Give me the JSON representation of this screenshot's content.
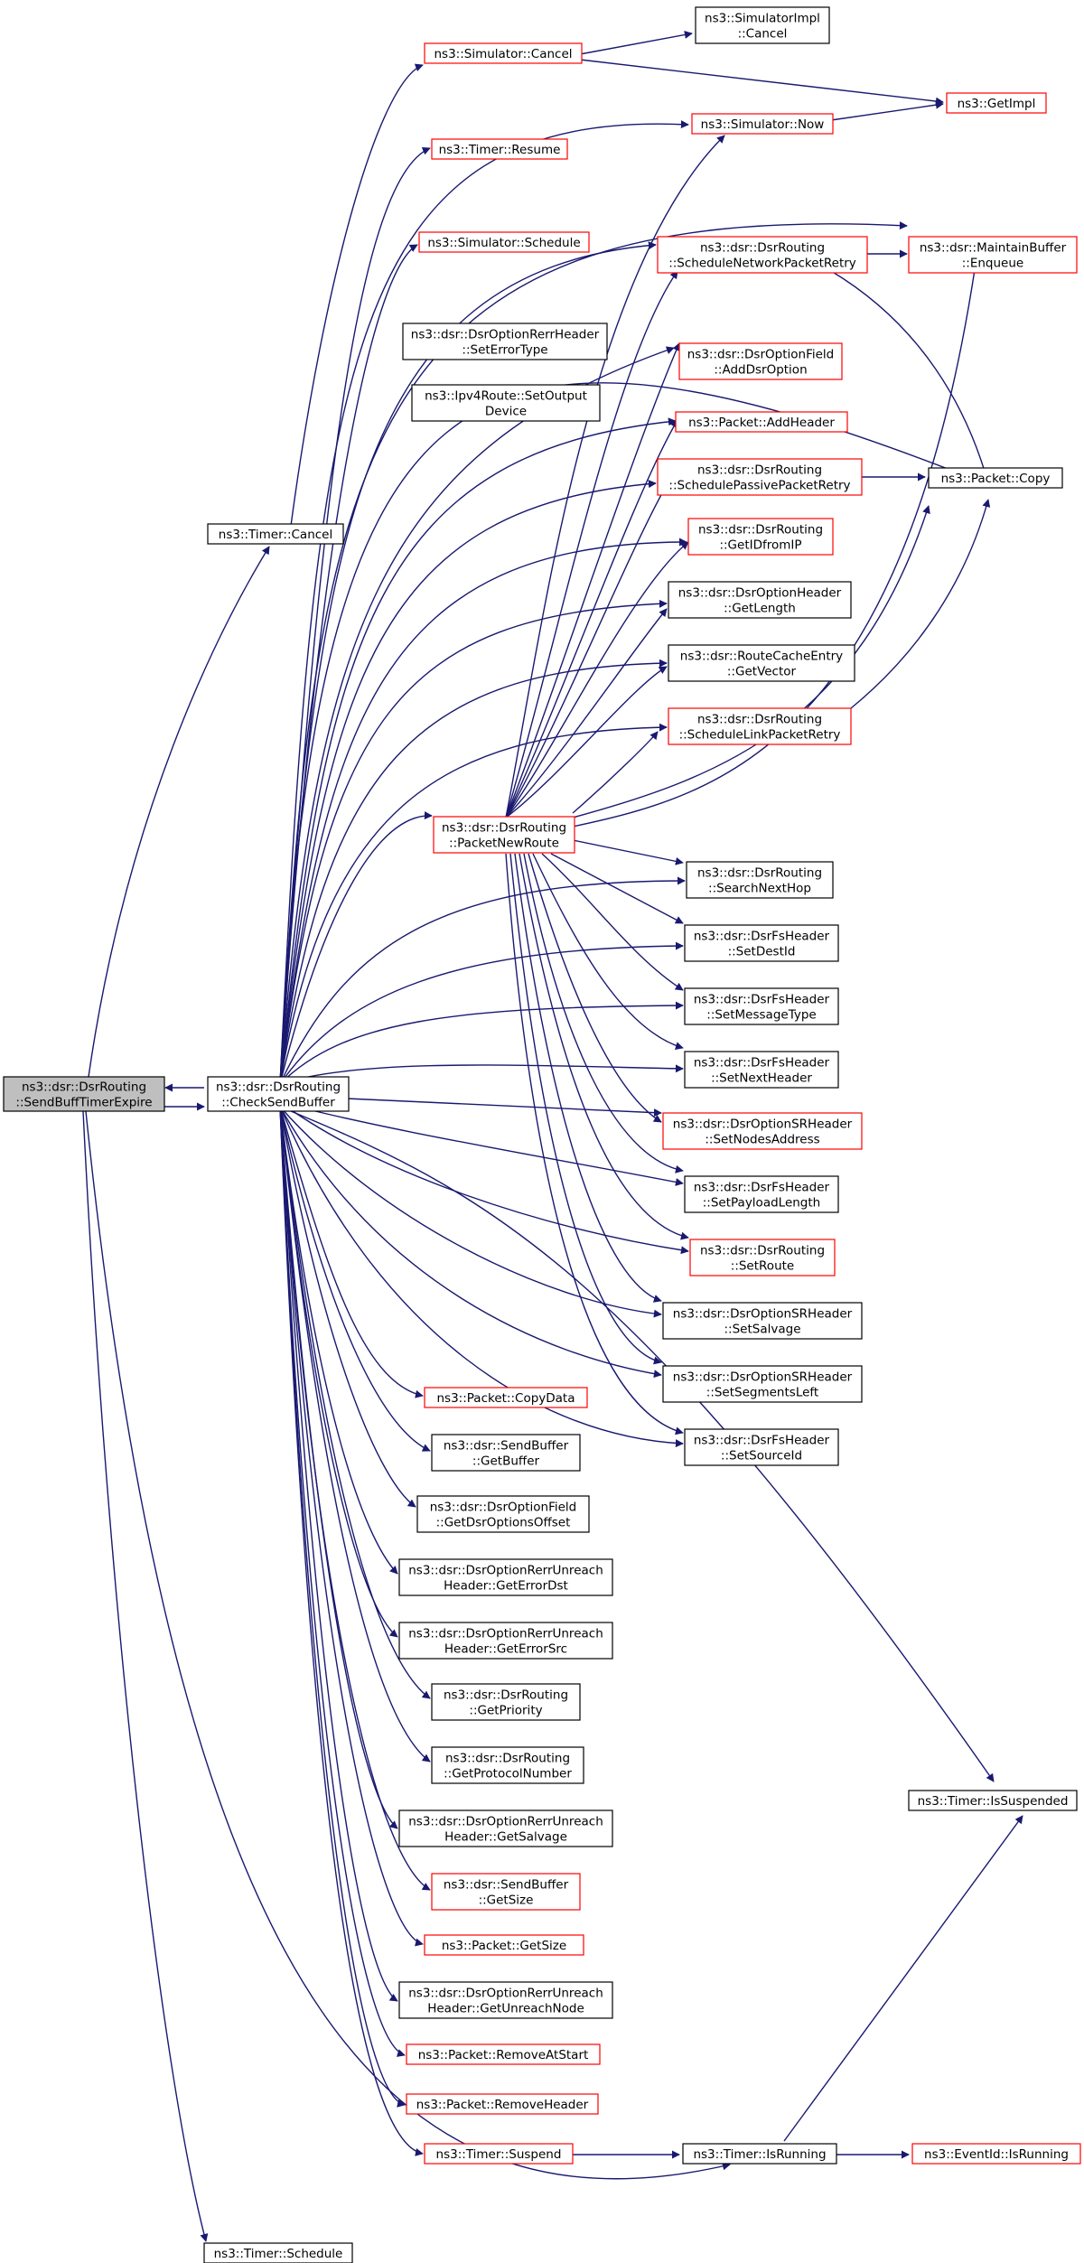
{
  "colors": {
    "edge": "#191970",
    "border_black": "#000000",
    "border_red": "#ff0000",
    "root_fill": "#bfbfbf",
    "node_fill": "#ffffff"
  },
  "nodes": [
    {
      "id": "send_buff_timer_expire",
      "lines": [
        "ns3::dsr::DsrRouting",
        "::SendBuffTimerExpire"
      ],
      "border": "gray",
      "interactable": false
    },
    {
      "id": "check_send_buffer",
      "lines": [
        "ns3::dsr::DsrRouting",
        "::CheckSendBuffer"
      ],
      "border": "black"
    },
    {
      "id": "timer_cancel",
      "lines": [
        "ns3::Timer::Cancel"
      ],
      "border": "black"
    },
    {
      "id": "timer_schedule",
      "lines": [
        "ns3::Timer::Schedule"
      ],
      "border": "black"
    },
    {
      "id": "simulator_cancel",
      "lines": [
        "ns3::Simulator::Cancel"
      ],
      "border": "red"
    },
    {
      "id": "simulatorimpl_cancel",
      "lines": [
        "ns3::SimulatorImpl",
        "::Cancel"
      ],
      "border": "black"
    },
    {
      "id": "get_impl",
      "lines": [
        "ns3::GetImpl"
      ],
      "border": "red"
    },
    {
      "id": "simulator_now",
      "lines": [
        "ns3::Simulator::Now"
      ],
      "border": "red"
    },
    {
      "id": "timer_resume",
      "lines": [
        "ns3::Timer::Resume"
      ],
      "border": "red"
    },
    {
      "id": "simulator_schedule",
      "lines": [
        "ns3::Simulator::Schedule"
      ],
      "border": "red"
    },
    {
      "id": "schedule_network_packet_retry",
      "lines": [
        "ns3::dsr::DsrRouting",
        "::ScheduleNetworkPacketRetry"
      ],
      "border": "red"
    },
    {
      "id": "maintain_buffer_enqueue",
      "lines": [
        "ns3::dsr::MaintainBuffer",
        "::Enqueue"
      ],
      "border": "red"
    },
    {
      "id": "rerr_set_error_type",
      "lines": [
        "ns3::dsr::DsrOptionRerrHeader",
        "::SetErrorType"
      ],
      "border": "black"
    },
    {
      "id": "ipv4route_set_output_device",
      "lines": [
        "ns3::Ipv4Route::SetOutput",
        "Device"
      ],
      "border": "black"
    },
    {
      "id": "add_dsr_option",
      "lines": [
        "ns3::dsr::DsrOptionField",
        "::AddDsrOption"
      ],
      "border": "red"
    },
    {
      "id": "packet_add_header",
      "lines": [
        "ns3::Packet::AddHeader"
      ],
      "border": "red"
    },
    {
      "id": "schedule_passive_packet_retry",
      "lines": [
        "ns3::dsr::DsrRouting",
        "::SchedulePassivePacketRetry"
      ],
      "border": "red"
    },
    {
      "id": "packet_copy",
      "lines": [
        "ns3::Packet::Copy"
      ],
      "border": "black"
    },
    {
      "id": "get_id_from_ip",
      "lines": [
        "ns3::dsr::DsrRouting",
        "::GetIDfromIP"
      ],
      "border": "red"
    },
    {
      "id": "option_header_get_length",
      "lines": [
        "ns3::dsr::DsrOptionHeader",
        "::GetLength"
      ],
      "border": "black"
    },
    {
      "id": "route_cache_entry_get_vector",
      "lines": [
        "ns3::dsr::RouteCacheEntry",
        "::GetVector"
      ],
      "border": "black"
    },
    {
      "id": "schedule_link_packet_retry",
      "lines": [
        "ns3::dsr::DsrRouting",
        "::ScheduleLinkPacketRetry"
      ],
      "border": "red"
    },
    {
      "id": "packet_new_route",
      "lines": [
        "ns3::dsr::DsrRouting",
        "::PacketNewRoute"
      ],
      "border": "red"
    },
    {
      "id": "search_next_hop",
      "lines": [
        "ns3::dsr::DsrRouting",
        "::SearchNextHop"
      ],
      "border": "black"
    },
    {
      "id": "fs_set_dest_id",
      "lines": [
        "ns3::dsr::DsrFsHeader",
        "::SetDestId"
      ],
      "border": "black"
    },
    {
      "id": "fs_set_message_type",
      "lines": [
        "ns3::dsr::DsrFsHeader",
        "::SetMessageType"
      ],
      "border": "black"
    },
    {
      "id": "fs_set_next_header",
      "lines": [
        "ns3::dsr::DsrFsHeader",
        "::SetNextHeader"
      ],
      "border": "black"
    },
    {
      "id": "sr_set_nodes_address",
      "lines": [
        "ns3::dsr::DsrOptionSRHeader",
        "::SetNodesAddress"
      ],
      "border": "red"
    },
    {
      "id": "fs_set_payload_length",
      "lines": [
        "ns3::dsr::DsrFsHeader",
        "::SetPayloadLength"
      ],
      "border": "black"
    },
    {
      "id": "routing_set_route",
      "lines": [
        "ns3::dsr::DsrRouting",
        "::SetRoute"
      ],
      "border": "red"
    },
    {
      "id": "sr_set_salvage",
      "lines": [
        "ns3::dsr::DsrOptionSRHeader",
        "::SetSalvage"
      ],
      "border": "black"
    },
    {
      "id": "sr_set_segments_left",
      "lines": [
        "ns3::dsr::DsrOptionSRHeader",
        "::SetSegmentsLeft"
      ],
      "border": "black"
    },
    {
      "id": "fs_set_source_id",
      "lines": [
        "ns3::dsr::DsrFsHeader",
        "::SetSourceId"
      ],
      "border": "black"
    },
    {
      "id": "packet_copy_data",
      "lines": [
        "ns3::Packet::CopyData"
      ],
      "border": "red"
    },
    {
      "id": "send_buffer_get_buffer",
      "lines": [
        "ns3::dsr::SendBuffer",
        "::GetBuffer"
      ],
      "border": "black"
    },
    {
      "id": "get_dsr_options_offset",
      "lines": [
        "ns3::dsr::DsrOptionField",
        "::GetDsrOptionsOffset"
      ],
      "border": "black"
    },
    {
      "id": "rerr_unreach_get_error_dst",
      "lines": [
        "ns3::dsr::DsrOptionRerrUnreach",
        "Header::GetErrorDst"
      ],
      "border": "black"
    },
    {
      "id": "rerr_unreach_get_error_src",
      "lines": [
        "ns3::dsr::DsrOptionRerrUnreach",
        "Header::GetErrorSrc"
      ],
      "border": "black"
    },
    {
      "id": "routing_get_priority",
      "lines": [
        "ns3::dsr::DsrRouting",
        "::GetPriority"
      ],
      "border": "black"
    },
    {
      "id": "routing_get_protocol_number",
      "lines": [
        "ns3::dsr::DsrRouting",
        "::GetProtocolNumber"
      ],
      "border": "black"
    },
    {
      "id": "timer_is_suspended",
      "lines": [
        "ns3::Timer::IsSuspended"
      ],
      "border": "black"
    },
    {
      "id": "rerr_unreach_get_salvage",
      "lines": [
        "ns3::dsr::DsrOptionRerrUnreach",
        "Header::GetSalvage"
      ],
      "border": "black"
    },
    {
      "id": "send_buffer_get_size",
      "lines": [
        "ns3::dsr::SendBuffer",
        "::GetSize"
      ],
      "border": "red"
    },
    {
      "id": "packet_get_size",
      "lines": [
        "ns3::Packet::GetSize"
      ],
      "border": "red"
    },
    {
      "id": "rerr_unreach_get_unreach_node",
      "lines": [
        "ns3::dsr::DsrOptionRerrUnreach",
        "Header::GetUnreachNode"
      ],
      "border": "black"
    },
    {
      "id": "packet_remove_at_start",
      "lines": [
        "ns3::Packet::RemoveAtStart"
      ],
      "border": "red"
    },
    {
      "id": "packet_remove_header",
      "lines": [
        "ns3::Packet::RemoveHeader"
      ],
      "border": "red"
    },
    {
      "id": "timer_suspend",
      "lines": [
        "ns3::Timer::Suspend"
      ],
      "border": "red"
    },
    {
      "id": "timer_is_running",
      "lines": [
        "ns3::Timer::IsRunning"
      ],
      "border": "black"
    },
    {
      "id": "eventid_is_running",
      "lines": [
        "ns3::EventId::IsRunning"
      ],
      "border": "red"
    }
  ]
}
